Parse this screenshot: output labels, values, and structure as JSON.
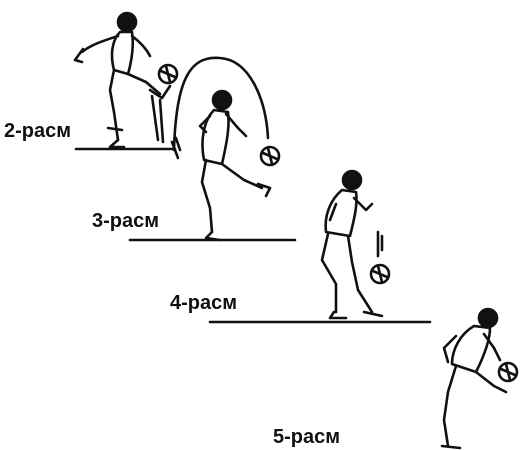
{
  "figure": {
    "labels": [
      "2-расм",
      "3-расм",
      "4-расм",
      "5-расм"
    ],
    "ink_color": "#111111",
    "background": "#ffffff"
  }
}
